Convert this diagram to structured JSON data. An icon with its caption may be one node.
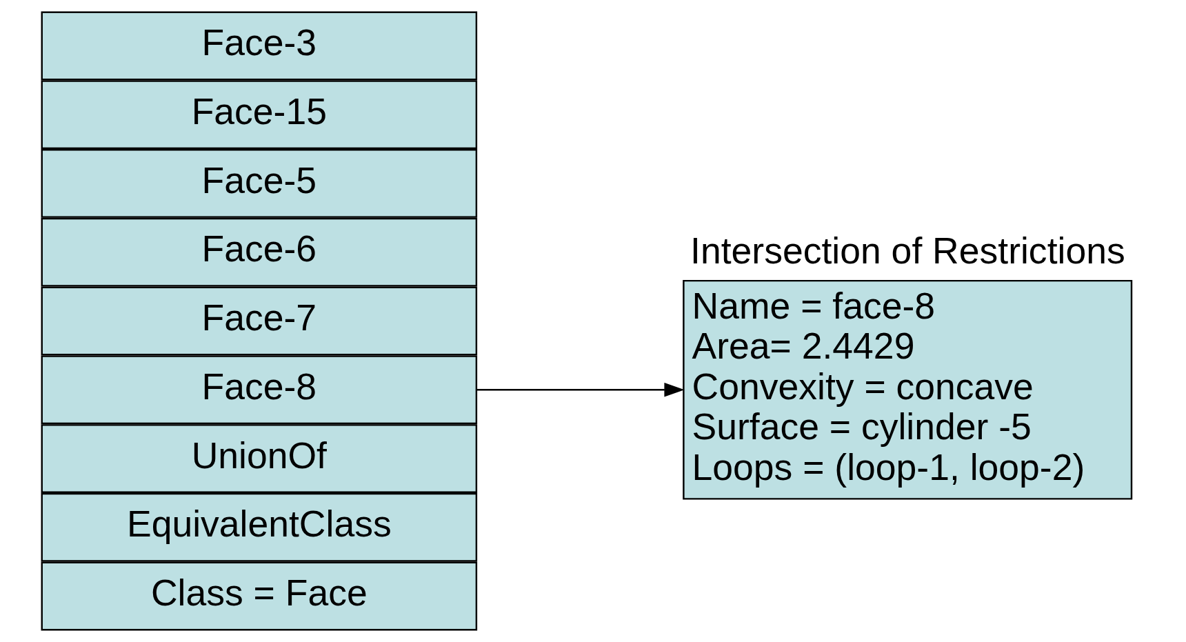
{
  "diagram": {
    "nodes": [
      {
        "text": [
          "Class = Face"
        ]
      },
      {
        "text": [
          "EquivalentClass"
        ]
      },
      {
        "text": [
          "UnionOf"
        ]
      },
      {
        "text": [
          "Face-8"
        ]
      },
      {
        "text": [
          "Face-7"
        ]
      },
      {
        "text": [
          "Face-6"
        ]
      },
      {
        "text": [
          "Face-5"
        ]
      },
      {
        "text": [
          "Face-15"
        ]
      },
      {
        "text": [
          "Face-3"
        ]
      },
      {
        "text": [
          "Intersection of Restrictions",
          "Name = face-8",
          "Area= 2.4429",
          "Convexity = concave",
          "Surface = cylinder -5",
          "Loops = (loop-1, loop-2)"
        ]
      }
    ],
    "edges": [
      {
        "from": 3,
        "to": 9,
        "arrow": "to"
      }
    ]
  }
}
